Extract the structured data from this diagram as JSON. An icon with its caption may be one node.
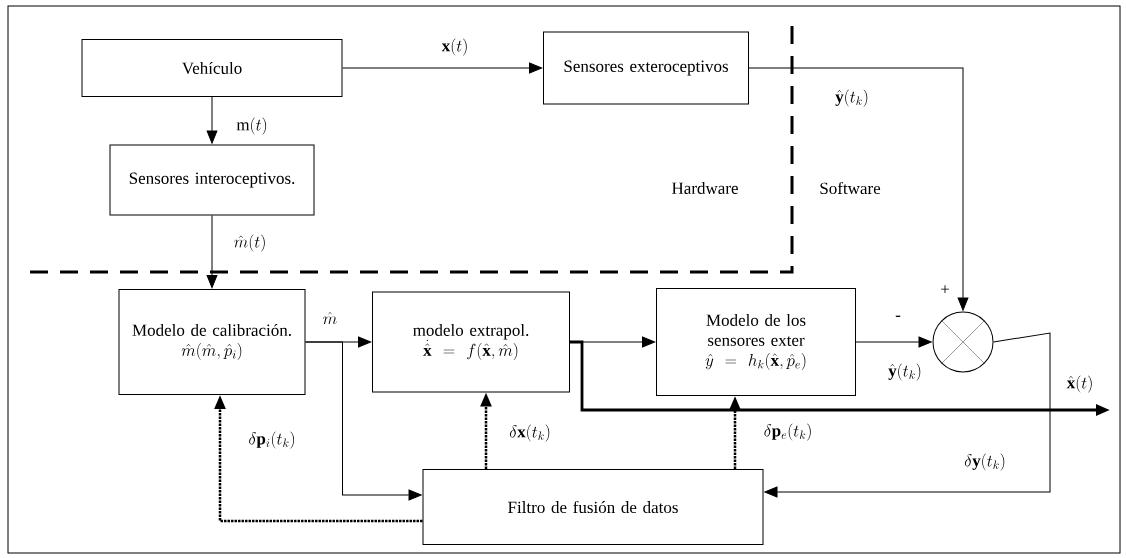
{
  "diagram": {
    "nodes": [
      {
        "text": [
          "Vehículo"
        ]
      },
      {
        "text": [
          "Sensores exteroceptivos"
        ]
      },
      {
        "text": [
          "Sensores interoceptivos."
        ]
      },
      {
        "text": [
          "Modelo de calibración.",
          "\\hat{m}(\\hat{m},\\hat{p}_i)"
        ]
      },
      {
        "text": [
          "modelo extrapol.",
          "\\dot{\\hat{\\mathbf{x}}} = f(\\hat{\\mathbf{x}},\\hat{m})"
        ]
      },
      {
        "text": [
          "Modelo de los sensores exter",
          "\\hat{y} = h_k(\\hat{\\mathbf{x}},\\hat{p}_e)"
        ]
      },
      {
        "text": [],
        "shape": "circle"
      },
      {
        "text": [
          "Filtro de fusión de datos"
        ]
      }
    ],
    "edges": [
      {
        "from": 0,
        "to": 1,
        "arrow": "to",
        "label": "\\mathbf{x}(t)"
      },
      {
        "from": 0,
        "to": 2,
        "arrow": "to",
        "label": "\\mathrm{m}(t)"
      },
      {
        "from": 2,
        "to": 3,
        "arrow": "to",
        "label": "\\hat{m}(t)"
      },
      {
        "from": 3,
        "to": 4,
        "arrow": "to",
        "label": "\\hat{m}"
      },
      {
        "from": 3,
        "to": 7,
        "arrow": "to"
      },
      {
        "from": 4,
        "to": 5,
        "arrow": "to"
      },
      {
        "from": 4,
        "to": null,
        "arrow": "to",
        "label": "\\hat{\\mathbf{x}}(t)",
        "style": "thick"
      },
      {
        "from": 1,
        "to": 6,
        "arrow": "to",
        "label": "\\hat{\\mathbf{y}}(t_k)"
      },
      {
        "from": 5,
        "to": 6,
        "arrow": "to",
        "label": "\\hat{\\mathbf{y}}(t_k)"
      },
      {
        "from": 6,
        "to": 7,
        "arrow": "to",
        "label": "\\delta\\mathbf{y}(t_k)"
      },
      {
        "from": 7,
        "to": 3,
        "arrow": "to",
        "label": "\\delta\\mathbf{p}_i(t_k)",
        "style": "dashed"
      },
      {
        "from": 7,
        "to": 4,
        "arrow": "to",
        "label": "\\delta\\mathbf{x}(t_k)",
        "style": "dashed"
      },
      {
        "from": 7,
        "to": 5,
        "arrow": "to",
        "label": "\\delta\\mathbf{p}_e(t_k)",
        "style": "dashed"
      }
    ],
    "labels": [
      "Hardware",
      "Software",
      "+",
      "-"
    ]
  }
}
